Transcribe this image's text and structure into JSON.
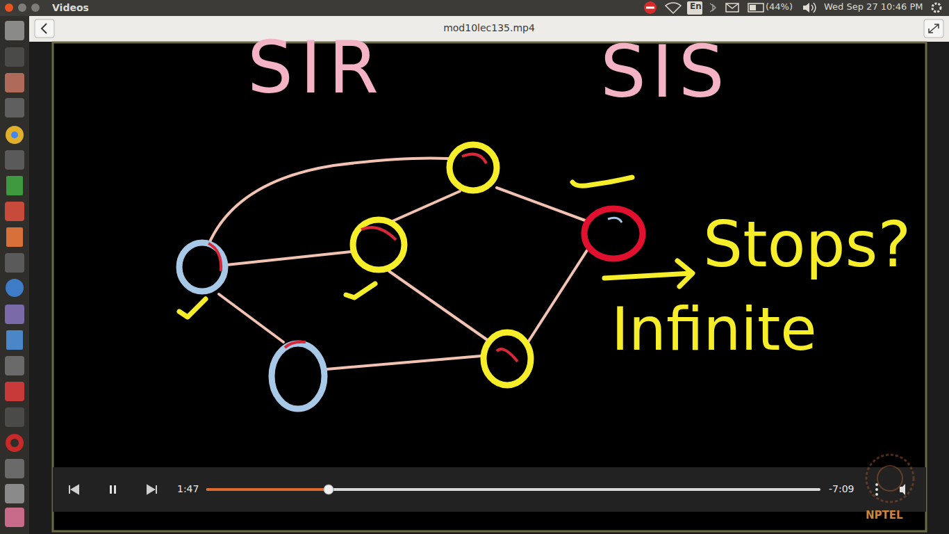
{
  "diagram": {
    "labels": [
      "Videos",
      "En",
      "(44%)",
      "Wed Sep 27 10:46 PM",
      "mod10lec135.mp4",
      "SIR",
      "SIS",
      "Stops?",
      "Infinite",
      "1:47",
      "-7:09",
      "NPTEL"
    ]
  }
}
